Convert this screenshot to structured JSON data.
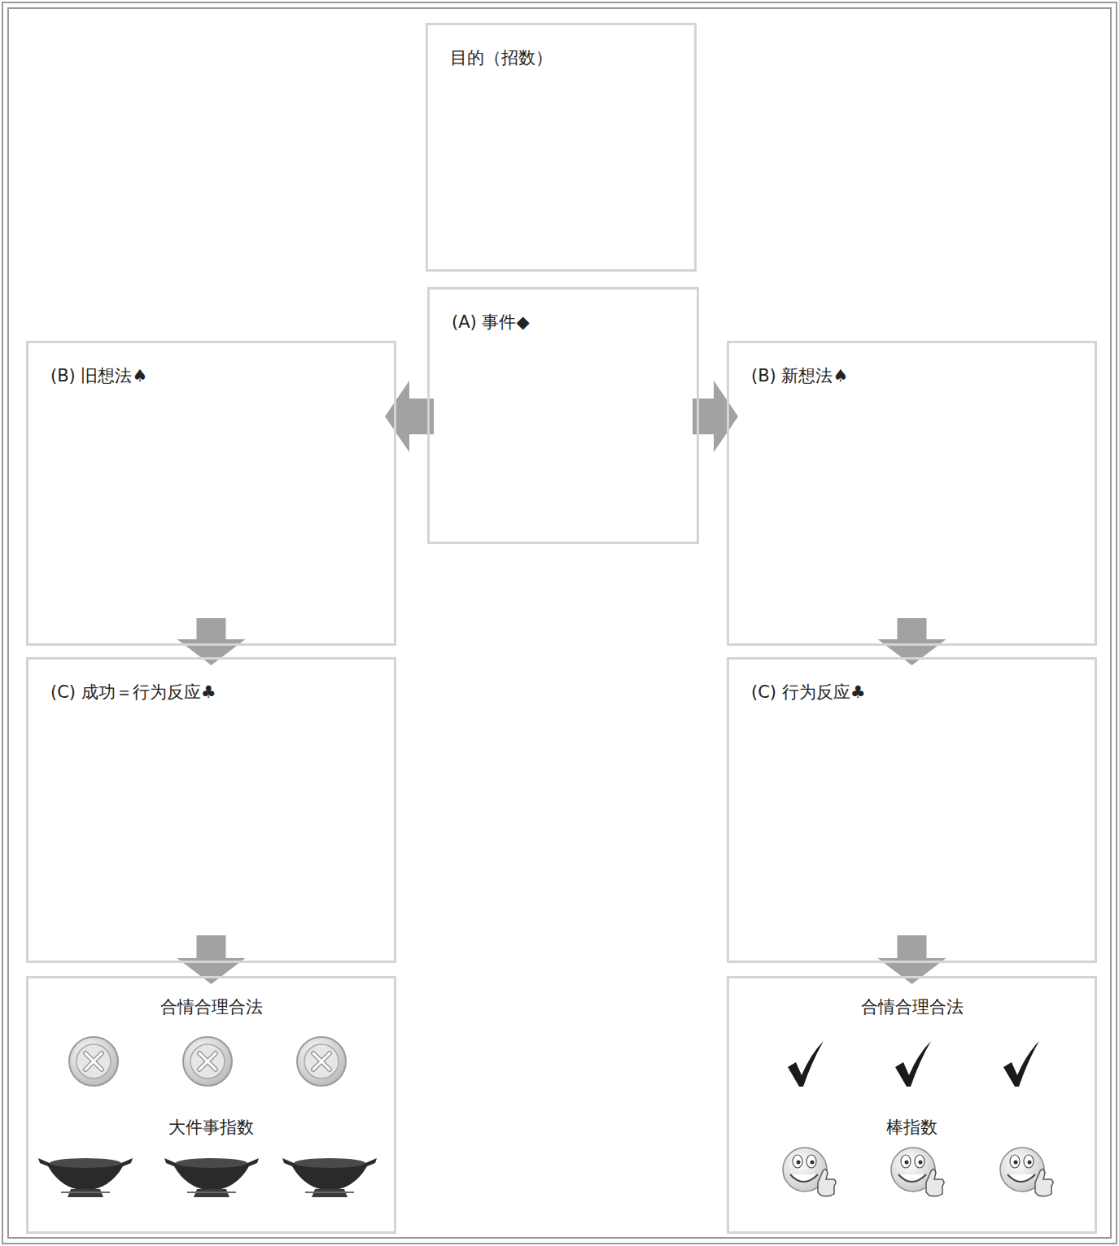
{
  "diagram": {
    "nodes": [
      {
        "text": [
          "目的（招数）"
        ]
      },
      {
        "text": [
          "(A) 事件◆"
        ]
      },
      {
        "text": [
          "(B) 旧想法♠"
        ]
      },
      {
        "text": [
          "(B) 新想法♠"
        ]
      },
      {
        "text": [
          "(C) 成功＝行为反应♣"
        ]
      },
      {
        "text": [
          "(C) 行为反应♣"
        ]
      },
      {
        "text": [
          "合情合理合法",
          "大件事指数"
        ]
      },
      {
        "text": [
          "合情合理合法",
          "棒指数"
        ]
      }
    ],
    "edges": [
      {
        "from": 1,
        "to": 2,
        "arrow": "to"
      },
      {
        "from": 1,
        "to": 3,
        "arrow": "to"
      },
      {
        "from": 2,
        "to": 4,
        "arrow": "to"
      },
      {
        "from": 3,
        "to": 5,
        "arrow": "to"
      },
      {
        "from": 4,
        "to": 6,
        "arrow": "to"
      },
      {
        "from": 5,
        "to": 7,
        "arrow": "to"
      }
    ]
  }
}
